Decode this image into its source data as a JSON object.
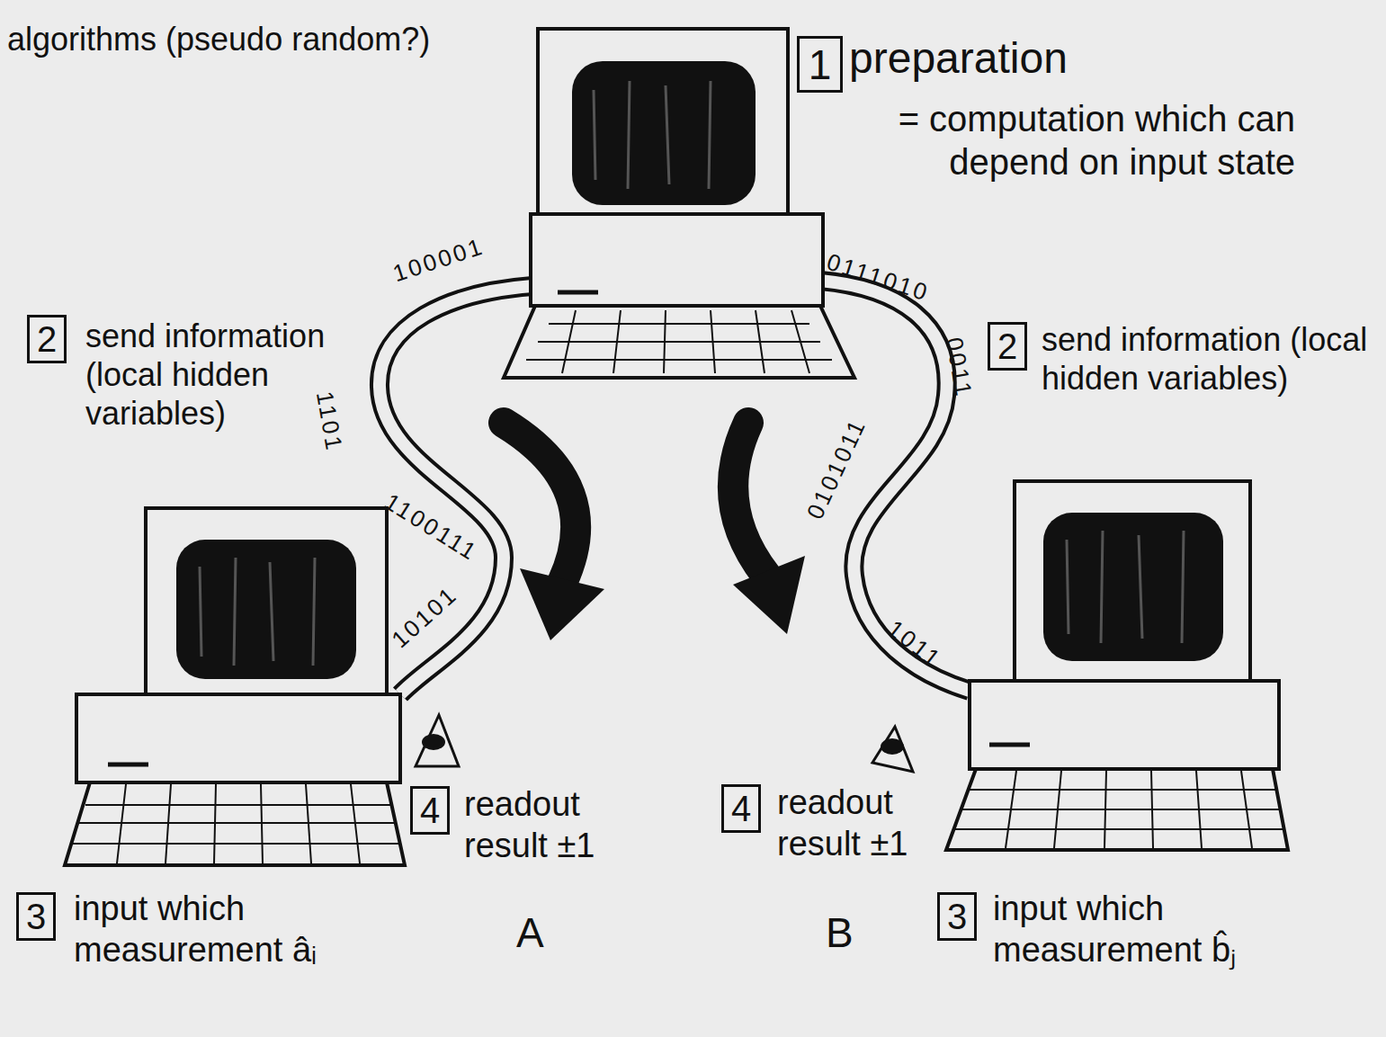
{
  "diagram": {
    "nodes": [
      {
        "text": [
          "1"
        ]
      },
      {
        "text": [
          "2"
        ]
      },
      {
        "text": [
          "2"
        ]
      },
      {
        "text": [
          "3"
        ]
      },
      {
        "text": [
          "4"
        ]
      },
      {
        "text": [
          "4"
        ]
      },
      {
        "text": [
          "3"
        ]
      }
    ],
    "labels": [
      "algorithms (pseudo random?)",
      "preparation",
      "= computation which can depend on input state",
      "send information (local hidden variables)",
      "send information (local hidden variables)",
      "input which measurement âᵢ",
      "readout result ±1",
      "A",
      "readout result ±1",
      "B",
      "input which measurement b̂ⱼ",
      "100001",
      "1101",
      "1100111",
      "10101",
      "0111010",
      "0011",
      "0101011",
      "1011"
    ]
  }
}
